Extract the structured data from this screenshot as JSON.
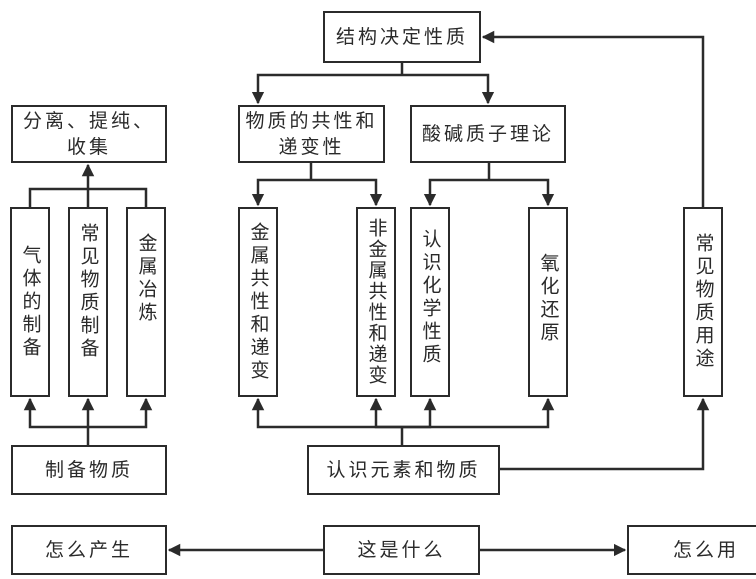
{
  "diagram": {
    "type": "flowchart",
    "top": {
      "structure_determines_properties": "结构决定性质"
    },
    "level2": {
      "common_and_trend": "物质的共性和递变性",
      "acid_base_proton_theory": "酸碱质子理论",
      "separation_purification_collection": "分离、提纯、收集"
    },
    "preparation_branch": [
      {
        "label": "气体的制备"
      },
      {
        "label": "常见物质制备"
      },
      {
        "label": "金属冶炼"
      }
    ],
    "recognition_branch": [
      {
        "label": "金属共性和递变"
      },
      {
        "label": "非金属共性和递变"
      },
      {
        "label": "认识化学性质"
      },
      {
        "label": "氧化还原"
      }
    ],
    "uses": {
      "label": "常见物质用途"
    },
    "sources": {
      "prepare_substances": "制备物质",
      "know_elements_and_substances": "认识元素和物质"
    },
    "bottom_row": {
      "how_produced": "怎么产生",
      "what_is_it": "这是什么",
      "how_used": "怎么用"
    },
    "edges": [
      [
        "认识元素和物质",
        "金属共性和递变"
      ],
      [
        "认识元素和物质",
        "非金属共性和递变"
      ],
      [
        "认识元素和物质",
        "认识化学性质"
      ],
      [
        "认识元素和物质",
        "氧化还原"
      ],
      [
        "认识元素和物质",
        "常见物质用途"
      ],
      [
        "常见物质用途",
        "结构决定性质"
      ],
      [
        "结构决定性质",
        "物质的共性和递变性"
      ],
      [
        "结构决定性质",
        "酸碱质子理论"
      ],
      [
        "物质的共性和递变性",
        "金属共性和递变"
      ],
      [
        "物质的共性和递变性",
        "非金属共性和递变"
      ],
      [
        "酸碱质子理论",
        "认识化学性质"
      ],
      [
        "酸碱质子理论",
        "氧化还原"
      ],
      [
        "制备物质",
        "气体的制备"
      ],
      [
        "制备物质",
        "常见物质制备"
      ],
      [
        "制备物质",
        "金属冶炼"
      ],
      [
        "气体的制备",
        "分离、提纯、收集"
      ],
      [
        "常见物质制备",
        "分离、提纯、收集"
      ],
      [
        "金属冶炼",
        "分离、提纯、收集"
      ],
      [
        "这是什么",
        "怎么产生"
      ],
      [
        "这是什么",
        "怎么用"
      ]
    ],
    "colors": {
      "line": "#2b2b2b",
      "text": "#2a2a2a",
      "background": "#ffffff"
    }
  }
}
